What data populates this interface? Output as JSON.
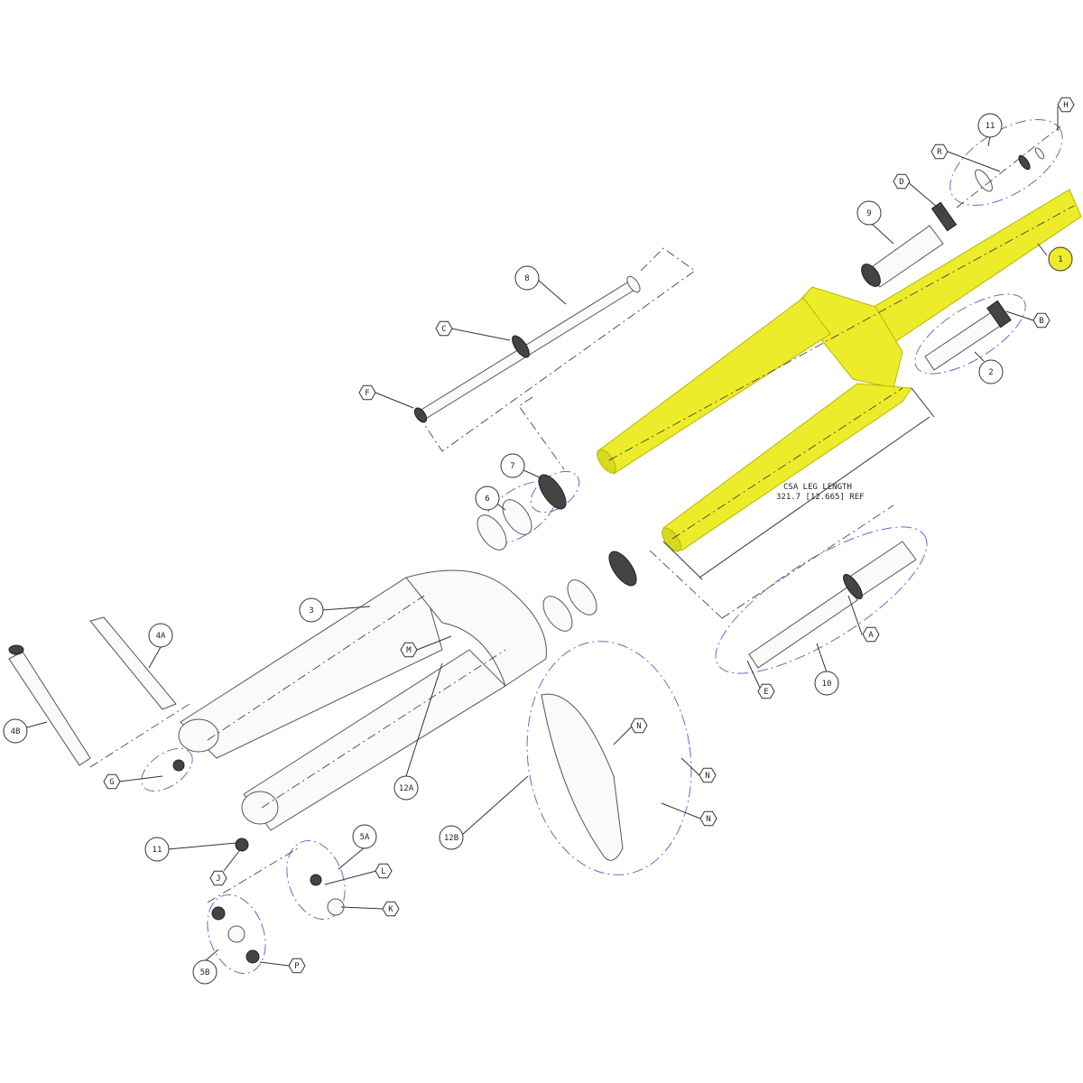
{
  "dimension_note": {
    "line1": "CSA LEG LENGTH",
    "line2": "321.7 [12.665] REF"
  },
  "colors": {
    "highlight": "#ecec2a",
    "phantom": "#6a6ac8",
    "line": "#333333"
  },
  "callouts": {
    "n1": "1",
    "n2": "2",
    "n3": "3",
    "n4a": "4A",
    "n4b": "4B",
    "n5a": "5A",
    "n5b": "5B",
    "n6": "6",
    "n7": "7",
    "n8": "8",
    "n9": "9",
    "n10": "10",
    "n11_top": "11",
    "n11_bottom": "11",
    "n12a": "12A",
    "n12b": "12B",
    "A": "A",
    "B": "B",
    "C": "C",
    "D": "D",
    "E": "E",
    "F": "F",
    "G": "G",
    "H": "H",
    "J": "J",
    "K": "K",
    "L": "L",
    "M": "M",
    "N1": "N",
    "N2": "N",
    "N3": "N",
    "P": "P",
    "R": "R"
  }
}
